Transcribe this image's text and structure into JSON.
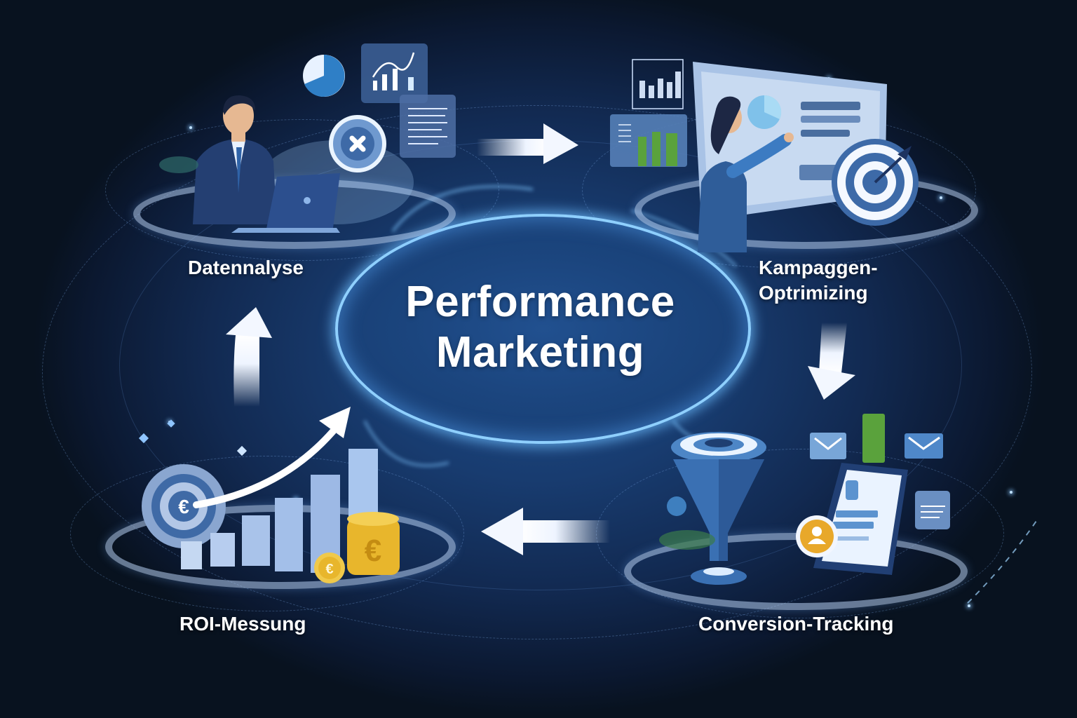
{
  "title": {
    "line1": "Performance",
    "line2": "Marketing"
  },
  "stages": [
    {
      "id": "datenanalyse",
      "label": "Datennalyse",
      "position": "top-left",
      "illustration": "man-with-laptop-and-charts"
    },
    {
      "id": "kampagnen",
      "label_line1": "Kampaggen-",
      "label_line2": "Optrimizing",
      "position": "top-right",
      "illustration": "woman-at-dashboard-with-target"
    },
    {
      "id": "conversion",
      "label": "Conversion-Tracking",
      "position": "bottom-right",
      "illustration": "funnel-and-smartphone"
    },
    {
      "id": "roi",
      "label": "ROI-Messung",
      "position": "bottom-left",
      "illustration": "rising-bar-chart-with-euro-coins"
    }
  ],
  "flow": [
    {
      "from": "datenanalyse",
      "to": "kampagnen",
      "direction": "right",
      "icon": "arrow-right-icon"
    },
    {
      "from": "kampagnen",
      "to": "conversion",
      "direction": "down",
      "icon": "arrow-down-icon"
    },
    {
      "from": "conversion",
      "to": "roi",
      "direction": "left",
      "icon": "arrow-left-icon"
    },
    {
      "from": "roi",
      "to": "datenanalyse",
      "direction": "up",
      "icon": "arrow-up-icon"
    }
  ],
  "colors": {
    "background_dark": "#08121f",
    "background_mid": "#1b457e",
    "ring_glow": "#8fd0ff",
    "text": "#ffffff",
    "accent_green": "#5aa23c",
    "accent_gold": "#e8b62c"
  }
}
